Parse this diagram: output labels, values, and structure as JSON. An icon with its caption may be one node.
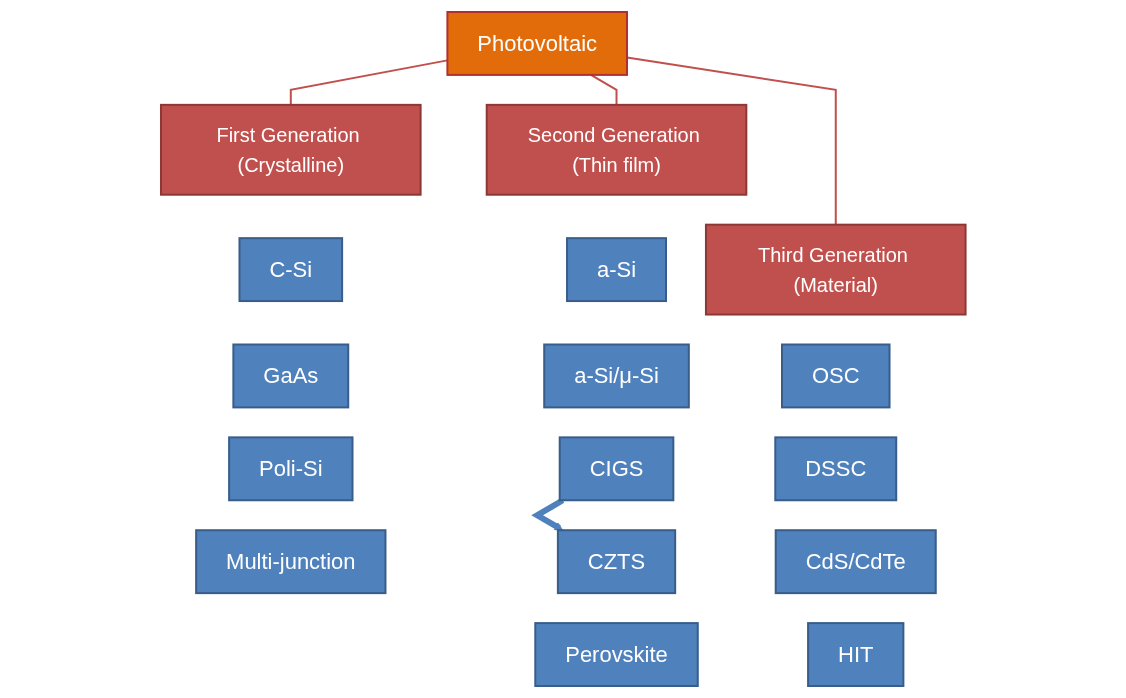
{
  "diagram": {
    "nodes": [
      {
        "text": [
          "Photovoltaic"
        ]
      },
      {
        "text": [
          "First Generation (Crystalline)"
        ]
      },
      {
        "text": [
          "Second Generation (Thin film)"
        ]
      },
      {
        "text": [
          "Third Generation (Material)"
        ]
      },
      {
        "text": [
          "C-Si"
        ]
      },
      {
        "text": [
          "GaAs"
        ]
      },
      {
        "text": [
          "Poli-Si"
        ]
      },
      {
        "text": [
          "Multi-junction"
        ]
      },
      {
        "text": [
          "a-Si"
        ]
      },
      {
        "text": [
          "a-Si/μ-Si"
        ]
      },
      {
        "text": [
          "CIGS"
        ]
      },
      {
        "text": [
          "CdS/CdTe"
        ]
      },
      {
        "text": [
          "HIT"
        ]
      },
      {
        "text": [
          "OSC"
        ]
      },
      {
        "text": [
          "DSSC"
        ]
      },
      {
        "text": [
          "CZTS"
        ]
      },
      {
        "text": [
          "Perovskite"
        ]
      }
    ],
    "edges": [
      {
        "from": 0,
        "to": 1,
        "arrow": "none"
      },
      {
        "from": 0,
        "to": 2,
        "arrow": "none"
      },
      {
        "from": 0,
        "to": 3,
        "arrow": "none"
      },
      {
        "from": 10,
        "to": 15,
        "arrow": "to",
        "style": "thick",
        "color": "#4f81bd"
      }
    ]
  }
}
